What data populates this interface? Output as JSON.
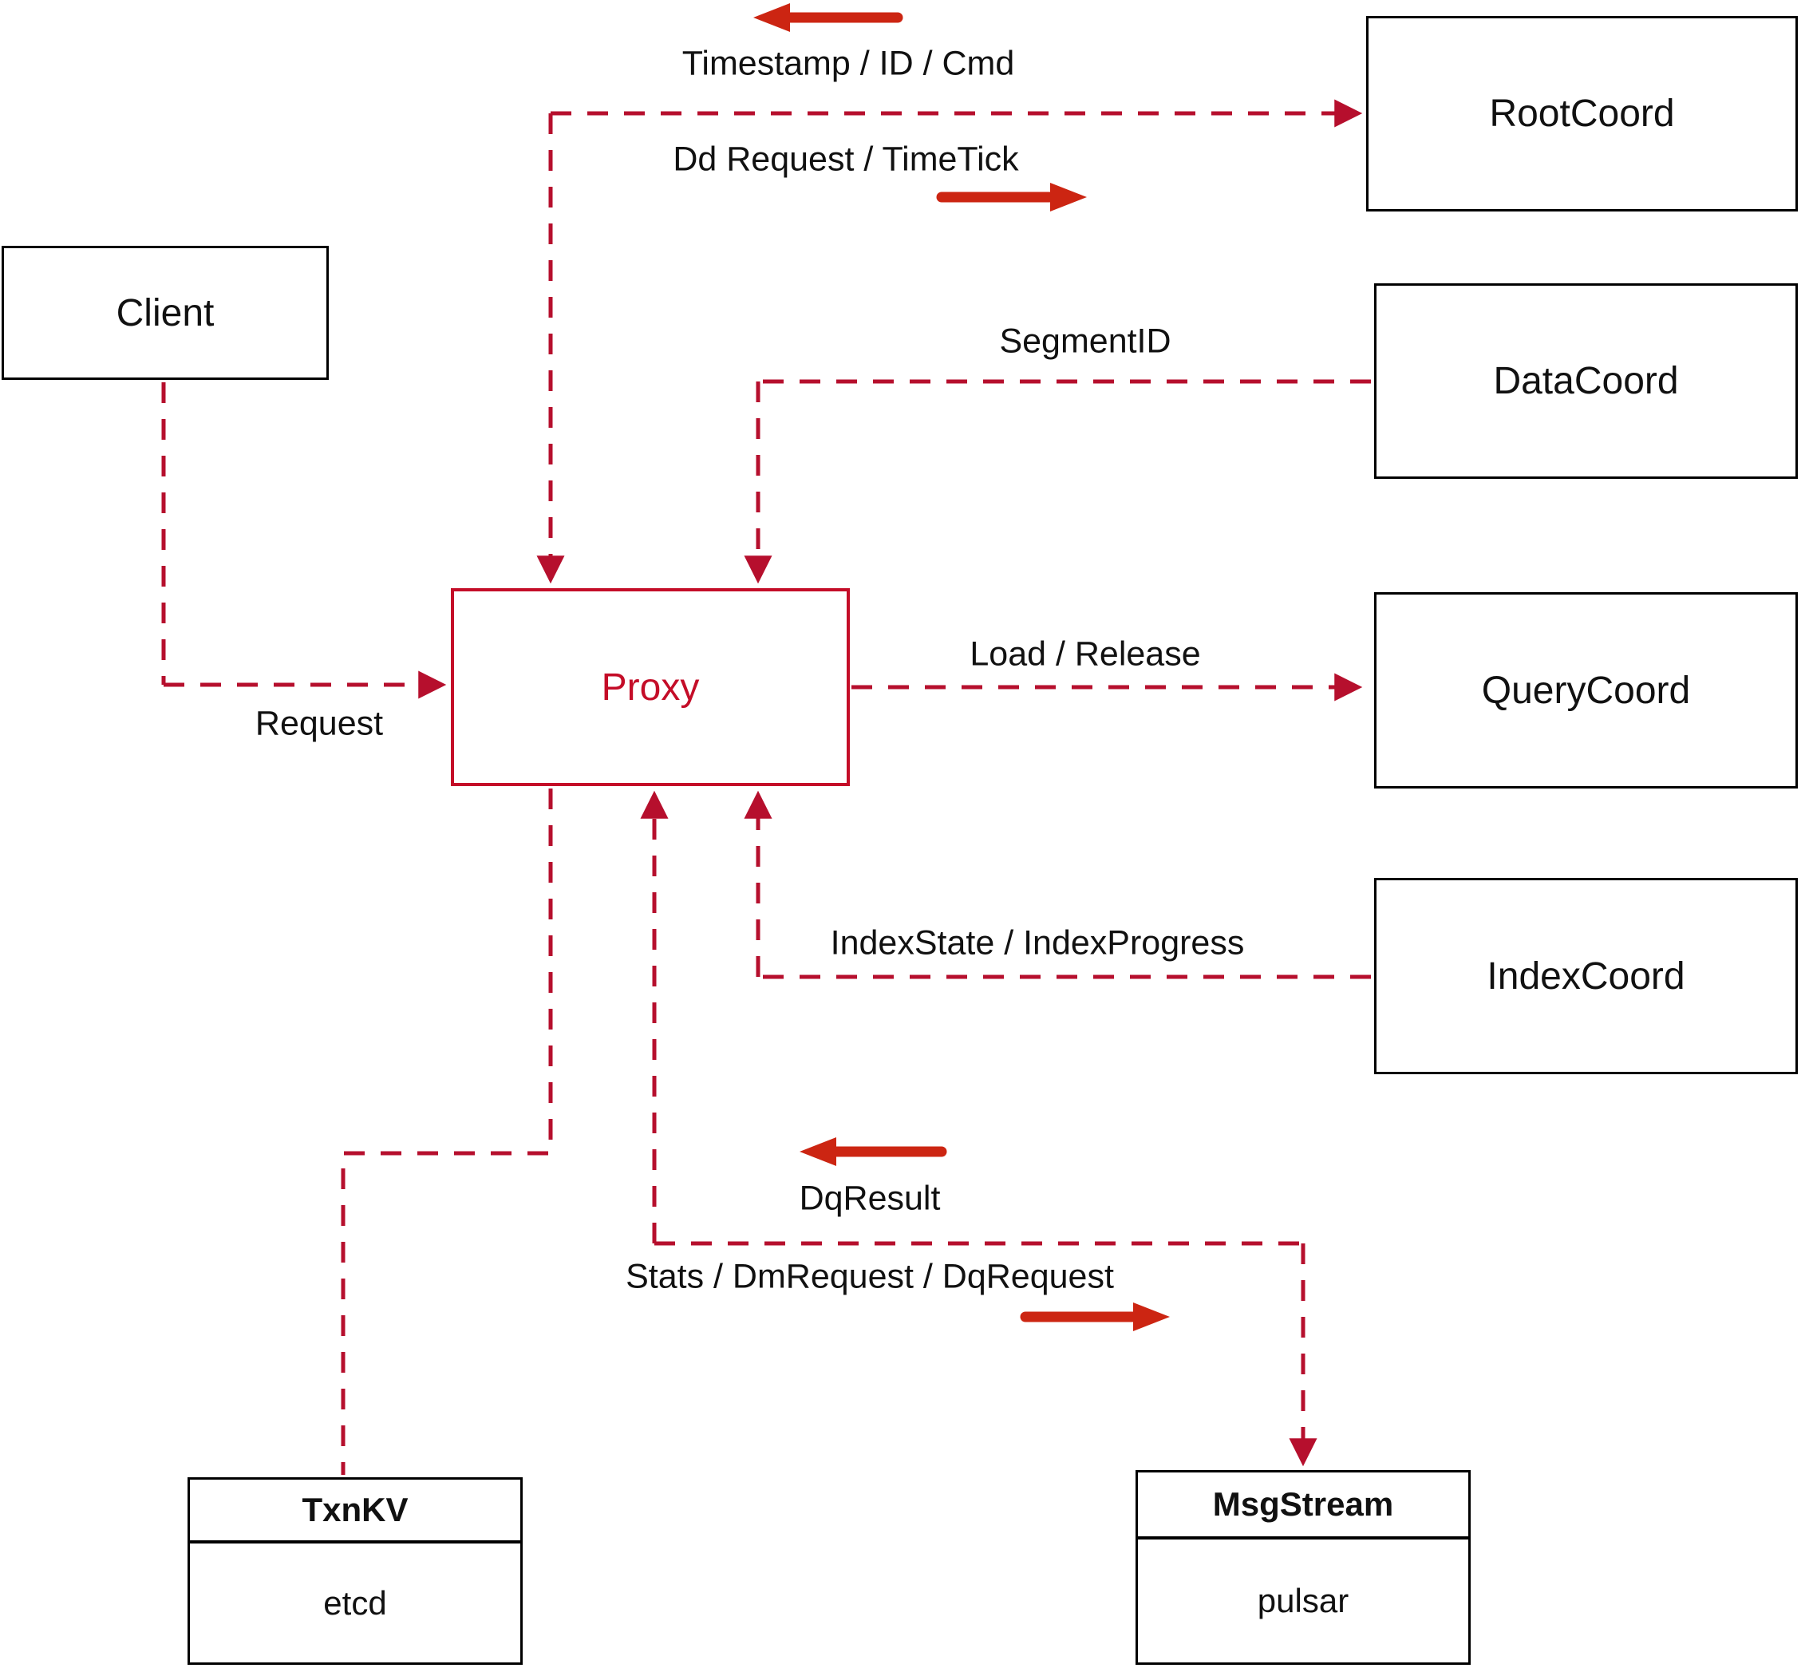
{
  "diagram": {
    "nodes": {
      "client": "Client",
      "proxy": "Proxy",
      "root_coord": "RootCoord",
      "data_coord": "DataCoord",
      "query_coord": "QueryCoord",
      "index_coord": "IndexCoord",
      "txn_kv": {
        "title": "TxnKV",
        "impl": "etcd"
      },
      "msg_stream": {
        "title": "MsgStream",
        "impl": "pulsar"
      }
    },
    "edge_labels": {
      "timestamp_id_cmd": "Timestamp / ID / Cmd",
      "dd_request_timetick": "Dd Request / TimeTick",
      "segment_id": "SegmentID",
      "request": "Request",
      "load_release": "Load / Release",
      "index_state_progress": "IndexState / IndexProgress",
      "dq_result": "DqResult",
      "stats_dm_dq": "Stats / DmRequest / DqRequest"
    },
    "colors": {
      "dashed_line": "#b60f2d",
      "solid_arrow": "#cc2512",
      "proxy_accent": "#c40d28",
      "node_border": "#000000",
      "background": "#ffffff"
    }
  }
}
